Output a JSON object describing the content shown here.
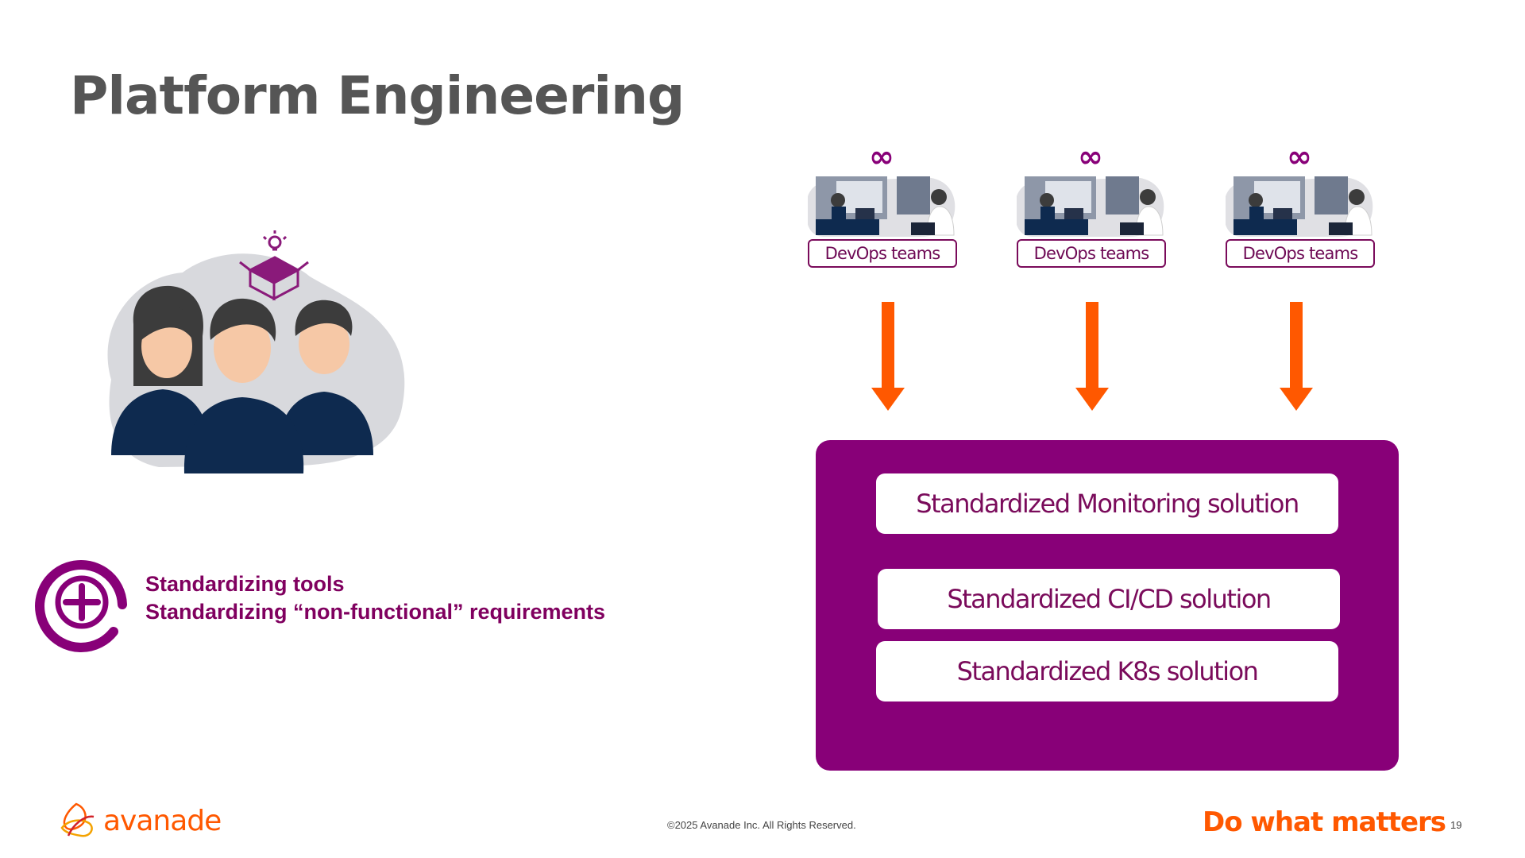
{
  "slide": {
    "title": "Platform Engineering",
    "page_number": "19"
  },
  "teams": [
    {
      "label": "DevOps teams",
      "icon": "infinity-icon"
    },
    {
      "label": "DevOps teams",
      "icon": "infinity-icon"
    },
    {
      "label": "DevOps teams",
      "icon": "infinity-icon"
    }
  ],
  "platform": {
    "solutions": [
      "Standardized Monitoring solution",
      "Standardized CI/CD solution",
      "Standardized K8s solution"
    ]
  },
  "benefits": {
    "icon": "plus-circle-icon",
    "lines": [
      "Standardizing tools",
      "Standardizing “non-functional” requirements"
    ]
  },
  "footer": {
    "brand": "avanade",
    "copyright": "©2025 Avanade Inc. All Rights Reserved.",
    "tagline": "Do what matters"
  },
  "colors": {
    "brand_purple": "#880078",
    "accent_orange": "#ff5800",
    "navy": "#0e2a4f",
    "title_gray": "#555555"
  }
}
